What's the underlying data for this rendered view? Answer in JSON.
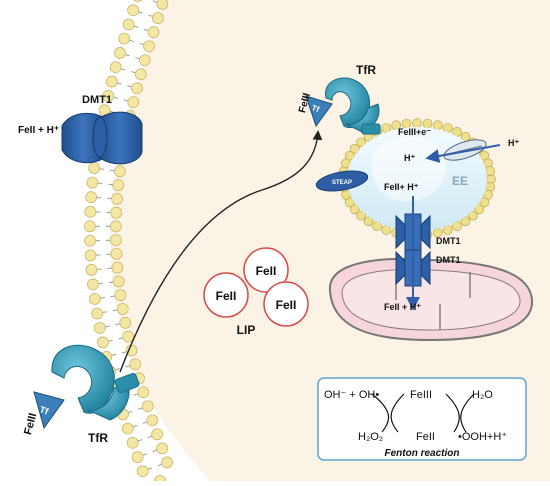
{
  "labels": {
    "dmt1_membrane": "DMT1",
    "feii_h_outside": "FeII + H⁺",
    "feiii_top": "FeIII",
    "tf_top": "Tf",
    "tfr_top": "TfR",
    "feiii_e": "FeIII+e⁻",
    "h_endosome": "H⁺",
    "h_pump": "H⁺",
    "ee": "EE",
    "steap": "STEAP",
    "feii_h_endosome": "FeII+ H⁺",
    "dmt1_endosome": "DMT1",
    "dmt1_mito": "DMT1",
    "feii_h_mito": "FeII + H⁺",
    "lip_fe1": "FeII",
    "lip_fe2": "FeII",
    "lip_fe3": "FeII",
    "lip": "LIP",
    "feiii_bottom": "FeIII",
    "tf_bottom": "Tf",
    "tfr_bottom": "TfR"
  },
  "fenton": {
    "reactants_left": "OH⁻ + OH•",
    "feiii": "FeIII",
    "h2o": "H₂O",
    "h2o2": "H₂O₂",
    "feii": "FeII",
    "ooh": "•OOH+H⁺",
    "title": "Fenton reaction"
  },
  "colors": {
    "cytoplasm": "#fbf3e6",
    "membrane_head": "#f3e7a3",
    "membrane_line": "#9c9c9c",
    "transporter": "#2f5f9c",
    "tfr": "#3aa3c0",
    "endosome": "#dff2f8",
    "endosome_head": "#eee08c",
    "mitochondria": "#f6d6da",
    "lip_circle": "#d94b4b",
    "fenton_border": "#5aa3d0"
  }
}
